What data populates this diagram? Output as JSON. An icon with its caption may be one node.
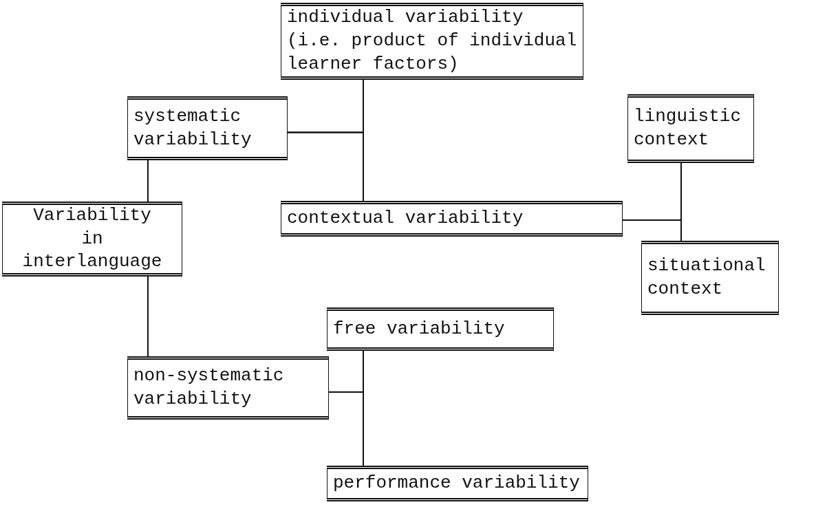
{
  "diagram": {
    "nodes": [
      {
        "text": [
          "individual variability (i.e. product of individual learner factors)"
        ]
      },
      {
        "text": [
          "systematic variability"
        ]
      },
      {
        "text": [
          "linguistic context"
        ]
      },
      {
        "text": [
          "contextual variability"
        ]
      },
      {
        "text": [
          "Variability in interlanguage"
        ]
      },
      {
        "text": [
          "situational context"
        ]
      },
      {
        "text": [
          "free variability"
        ]
      },
      {
        "text": [
          "non-systematic variability"
        ]
      },
      {
        "text": [
          "performance variability"
        ]
      }
    ],
    "edges": [
      {
        "from": 1,
        "to": 0,
        "arrow": "none"
      },
      {
        "from": 1,
        "to": 3,
        "arrow": "none"
      },
      {
        "from": 3,
        "to": 2,
        "arrow": "none"
      },
      {
        "from": 3,
        "to": 5,
        "arrow": "none"
      },
      {
        "from": 4,
        "to": 1,
        "arrow": "none"
      },
      {
        "from": 4,
        "to": 7,
        "arrow": "none"
      },
      {
        "from": 7,
        "to": 6,
        "arrow": "none"
      },
      {
        "from": 7,
        "to": 8,
        "arrow": "none"
      }
    ]
  }
}
